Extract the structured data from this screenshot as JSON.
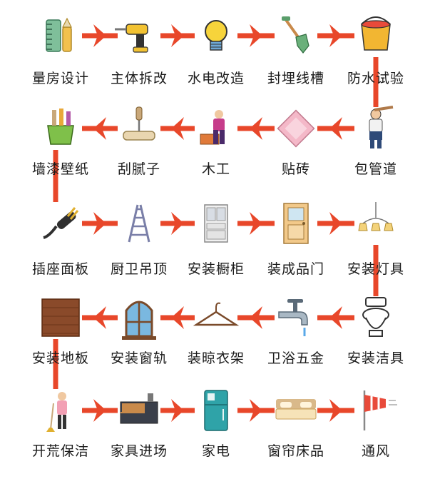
{
  "flow_color": "#e8472a",
  "steps": [
    {
      "label": "量房设计",
      "icon": "measuring-tools-icon"
    },
    {
      "label": "主体拆改",
      "icon": "power-drill-icon"
    },
    {
      "label": "水电改造",
      "icon": "light-bulb-icon"
    },
    {
      "label": "封埋线槽",
      "icon": "shovel-icon"
    },
    {
      "label": "防水试验",
      "icon": "paint-bucket-icon"
    },
    {
      "label": "包管道",
      "icon": "plumber-worker-icon"
    },
    {
      "label": "贴砖",
      "icon": "tile-icon"
    },
    {
      "label": "木工",
      "icon": "carpenter-icon"
    },
    {
      "label": "刮腻子",
      "icon": "paint-roller-icon"
    },
    {
      "label": "墙漆壁纸",
      "icon": "paint-brushes-icon"
    },
    {
      "label": "插座面板",
      "icon": "power-plug-icon"
    },
    {
      "label": "厨卫吊顶",
      "icon": "step-ladder-icon"
    },
    {
      "label": "安装橱柜",
      "icon": "cabinet-icon"
    },
    {
      "label": "装成品门",
      "icon": "door-icon"
    },
    {
      "label": "安装灯具",
      "icon": "chandelier-icon"
    },
    {
      "label": "安装洁具",
      "icon": "toilet-icon"
    },
    {
      "label": "卫浴五金",
      "icon": "faucet-icon"
    },
    {
      "label": "装晾衣架",
      "icon": "clothes-hanger-icon"
    },
    {
      "label": "安装窗轨",
      "icon": "window-icon"
    },
    {
      "label": "安装地板",
      "icon": "wood-floor-icon"
    },
    {
      "label": "开荒保洁",
      "icon": "cleaner-icon"
    },
    {
      "label": "家具进场",
      "icon": "furniture-icon"
    },
    {
      "label": "家电",
      "icon": "refrigerator-icon"
    },
    {
      "label": "窗帘床品",
      "icon": "bed-icon"
    },
    {
      "label": "通风",
      "icon": "windsock-icon"
    }
  ]
}
